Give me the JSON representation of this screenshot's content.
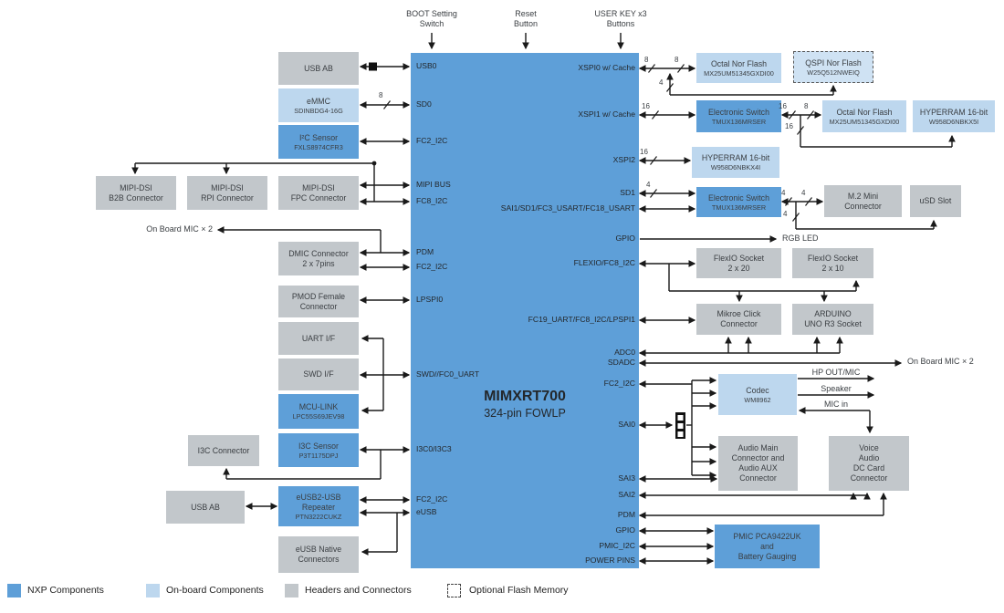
{
  "cpu": {
    "title": "MIMXRT700",
    "subtitle": "324-pin FOWLP"
  },
  "top_controls": {
    "boot": "BOOT Setting\nSwitch",
    "reset": "Reset\nButton",
    "userkey": "USER KEY x3\nButtons"
  },
  "pins": {
    "left": [
      "USB0",
      "SD0",
      "FC2_I2C",
      "MIPI BUS",
      "FC8_I2C",
      "PDM",
      "FC2_I2C",
      "LPSPI0",
      "SWD//FC0_UART",
      "I3C0/I3C3",
      "FC2_I2C",
      "eUSB"
    ],
    "right": [
      "XSPI0 w/ Cache",
      "XSPI1 w/ Cache",
      "XSPI2",
      "SD1",
      "SAI1/SD1/FC3_USART/FC18_USART",
      "GPIO",
      "FLEXIO/FC8_I2C",
      "FC19_UART/FC8_I2C/LPSPI1",
      "ADC0",
      "SDADC",
      "FC2_I2C",
      "SAI0",
      "SAI3",
      "SAI2",
      "PDM",
      "GPIO",
      "PMIC_I2C",
      "POWER PINS"
    ]
  },
  "blocks": {
    "usb_ab_top": {
      "label": "USB AB"
    },
    "emmc": {
      "label": "eMMC",
      "sub": "SDINBDG4-16G"
    },
    "i2c_sensor": {
      "label": "I²C Sensor",
      "sub": "FXLS8974CFR3"
    },
    "mipi_b2b": {
      "label": "MIPI-DSI\nB2B Connector"
    },
    "mipi_rpi": {
      "label": "MIPI-DSI\nRPI Connector"
    },
    "mipi_fpc": {
      "label": "MIPI-DSI\nFPC Connector"
    },
    "dmic": {
      "label": "DMIC Connector\n2 x 7pins"
    },
    "pmod": {
      "label": "PMOD Female\nConnector"
    },
    "uart_if": {
      "label": "UART I/F"
    },
    "swd_if": {
      "label": "SWD I/F"
    },
    "mcu_link": {
      "label": "MCU-LINK",
      "sub": "LPC55S69JEV98"
    },
    "i3c_conn": {
      "label": "I3C Connector"
    },
    "i3c_sensor": {
      "label": "I3C Sensor",
      "sub": "P3T1175DPJ"
    },
    "usb_ab_bot": {
      "label": "USB AB"
    },
    "eusb_rep": {
      "label": "eUSB2-USB\nRepeater",
      "sub": "PTN3222CUKZ"
    },
    "eusb_native": {
      "label": "eUSB Native\nConnectors"
    },
    "octal_flash_1": {
      "label": "Octal Nor Flash",
      "sub": "MX25UM51345GXDI00"
    },
    "qspi_flash": {
      "label": "QSPI Nor Flash",
      "sub": "W25Q512NWEIQ"
    },
    "eswitch1": {
      "label": "Electronic Switch",
      "sub": "TMUX136MRSER"
    },
    "octal_flash_2": {
      "label": "Octal Nor Flash",
      "sub": "MX25UM51345GXDI00"
    },
    "hyperram_5i": {
      "label": "HYPERRAM 16-bit",
      "sub": "W958D6NBKX5I"
    },
    "hyperram_4i": {
      "label": "HYPERRAM 16-bit",
      "sub": "W958D6NBKX4I"
    },
    "eswitch2": {
      "label": "Electronic Switch",
      "sub": "TMUX136MRSER"
    },
    "m2_mini": {
      "label": "M.2 Mini\nConnector"
    },
    "usd_slot": {
      "label": "uSD Slot"
    },
    "flexio20": {
      "label": "FlexIO Socket\n2 x 20"
    },
    "flexio10": {
      "label": "FlexIO Socket\n2 x 10"
    },
    "mikroe": {
      "label": "Mikroe Click\nConnector"
    },
    "arduino": {
      "label": "ARDUINO\nUNO R3 Socket"
    },
    "codec": {
      "label": "Codec",
      "sub": "WM8962"
    },
    "audio_main": {
      "label": "Audio Main\nConnector and\nAudio AUX\nConnector"
    },
    "voice": {
      "label": "Voice\nAudio\nDC Card\nConnector"
    },
    "pmic": {
      "label": "PMIC PCA9422UK\nand\nBattery Gauging"
    }
  },
  "annotations": {
    "rgb_led": "RGB LED",
    "onboard_mic_left": "On Board MIC × 2",
    "onboard_mic_right": "On Board MIC × 2",
    "hp_out": "HP OUT/MIC",
    "speaker": "Speaker",
    "mic_in": "MIC in"
  },
  "bus_widths": {
    "sd0": "8",
    "xspi0_a": "8",
    "xspi0_b": "8",
    "xspi0_qspi": "4",
    "xspi1": "16",
    "xspi1_a": "16",
    "xspi1_b": "8",
    "xspi1_hyper": "16",
    "xspi2": "16",
    "sd1": "4",
    "m2_a": "4",
    "m2_b": "4",
    "usd": "4"
  },
  "legend": {
    "items": [
      {
        "label": "NXP Components",
        "type": "nxp"
      },
      {
        "label": "On-board Components",
        "type": "onboard"
      },
      {
        "label": "Headers and Connectors",
        "type": "connector"
      },
      {
        "label": "Optional Flash Memory",
        "type": "optional"
      }
    ]
  },
  "colors": {
    "nxp": "#5e9fd8",
    "onboard": "#bdd7ee",
    "connector": "#c2c7cb",
    "line": "#1a1a1a"
  }
}
